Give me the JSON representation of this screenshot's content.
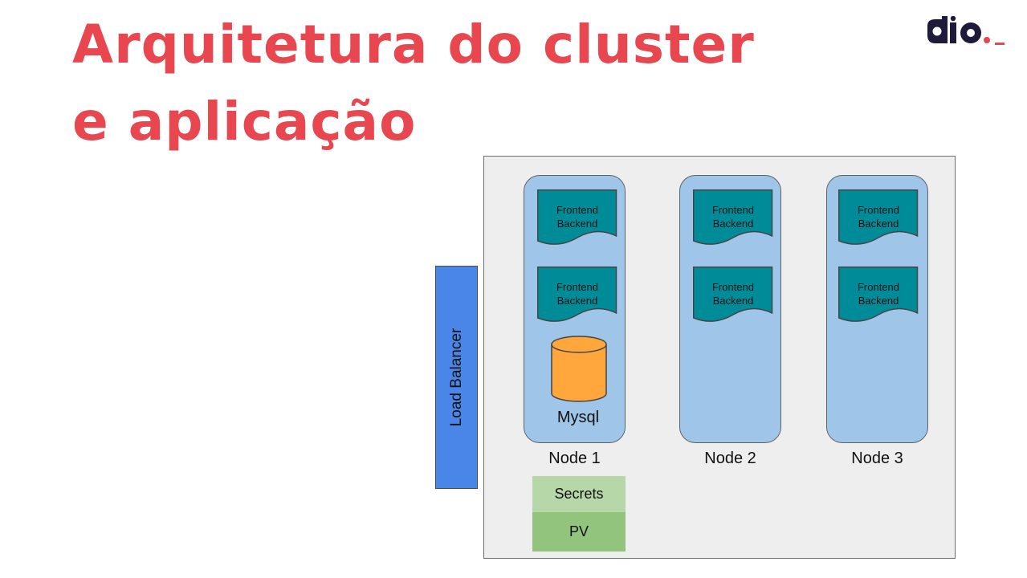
{
  "slide": {
    "title": "Arquitetura do cluster e aplicação",
    "logo_text": "dio"
  },
  "diagram": {
    "load_balancer": "Load Balancer",
    "nodes": [
      {
        "label": "Node 1",
        "pods": [
          {
            "line1": "Frontend",
            "line2": "Backend"
          },
          {
            "line1": "Frontend",
            "line2": "Backend"
          }
        ],
        "database": "Mysql"
      },
      {
        "label": "Node 2",
        "pods": [
          {
            "line1": "Frontend",
            "line2": "Backend"
          },
          {
            "line1": "Frontend",
            "line2": "Backend"
          }
        ]
      },
      {
        "label": "Node 3",
        "pods": [
          {
            "line1": "Frontend",
            "line2": "Backend"
          },
          {
            "line1": "Frontend",
            "line2": "Backend"
          }
        ]
      }
    ],
    "storage": {
      "secrets": "Secrets",
      "pv": "PV"
    }
  },
  "colors": {
    "title": "#e8474f",
    "load_balancer": "#4a86e8",
    "node": "#9fc5e8",
    "pod": "#008b99",
    "database": "#ffa73d",
    "secrets": "#b6d7a8",
    "pv": "#93c47d",
    "cluster_bg": "#eeeeee"
  }
}
